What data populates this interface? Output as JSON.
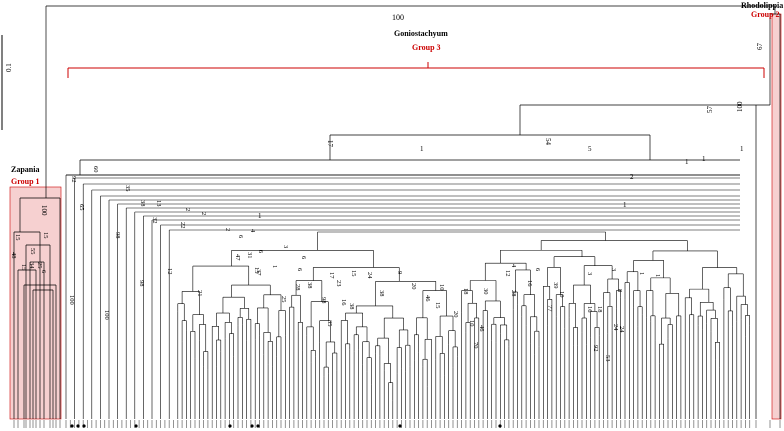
{
  "scale_bar": {
    "label": "0.1"
  },
  "clades": {
    "goniostachyum": {
      "name": "Goniostachyum",
      "group": "Group 3",
      "support": "100"
    },
    "zapania": {
      "name": "Zapania",
      "group": "Group 1",
      "support": "100"
    },
    "rhodolippia": {
      "name": "Rhodolippia",
      "group": "Group 2",
      "support": "67"
    }
  },
  "support_values": {
    "backbone": [
      "57",
      "100",
      "54",
      "5",
      "17",
      "1",
      "1",
      "2",
      "1",
      "1",
      "1",
      "1"
    ],
    "inner": [
      "92",
      "65",
      "60",
      "35",
      "38",
      "13",
      "32",
      "12",
      "22",
      "2",
      "2",
      "6",
      "2",
      "4",
      "6",
      "1",
      "31",
      "47",
      "13",
      "37",
      "98",
      "100",
      "98",
      "100",
      "21",
      "6",
      "6",
      "3",
      "25",
      "28",
      "38",
      "98",
      "17",
      "23",
      "35",
      "16",
      "15",
      "38",
      "24",
      "38",
      "9",
      "20",
      "46",
      "15",
      "10",
      "20",
      "18",
      "30",
      "10",
      "46",
      "70",
      "12",
      "4",
      "28",
      "6",
      "16",
      "77",
      "39",
      "10",
      "3",
      "3",
      "1",
      "1",
      "8",
      "16",
      "18",
      "24",
      "24",
      "92",
      "53"
    ],
    "zapania": [
      "15",
      "55",
      "15",
      "25",
      "6",
      "48",
      "15",
      "34"
    ]
  },
  "colors": {
    "group": "#cc0000",
    "highlight": "rgba(230,120,120,0.35)",
    "line": "#000000"
  }
}
